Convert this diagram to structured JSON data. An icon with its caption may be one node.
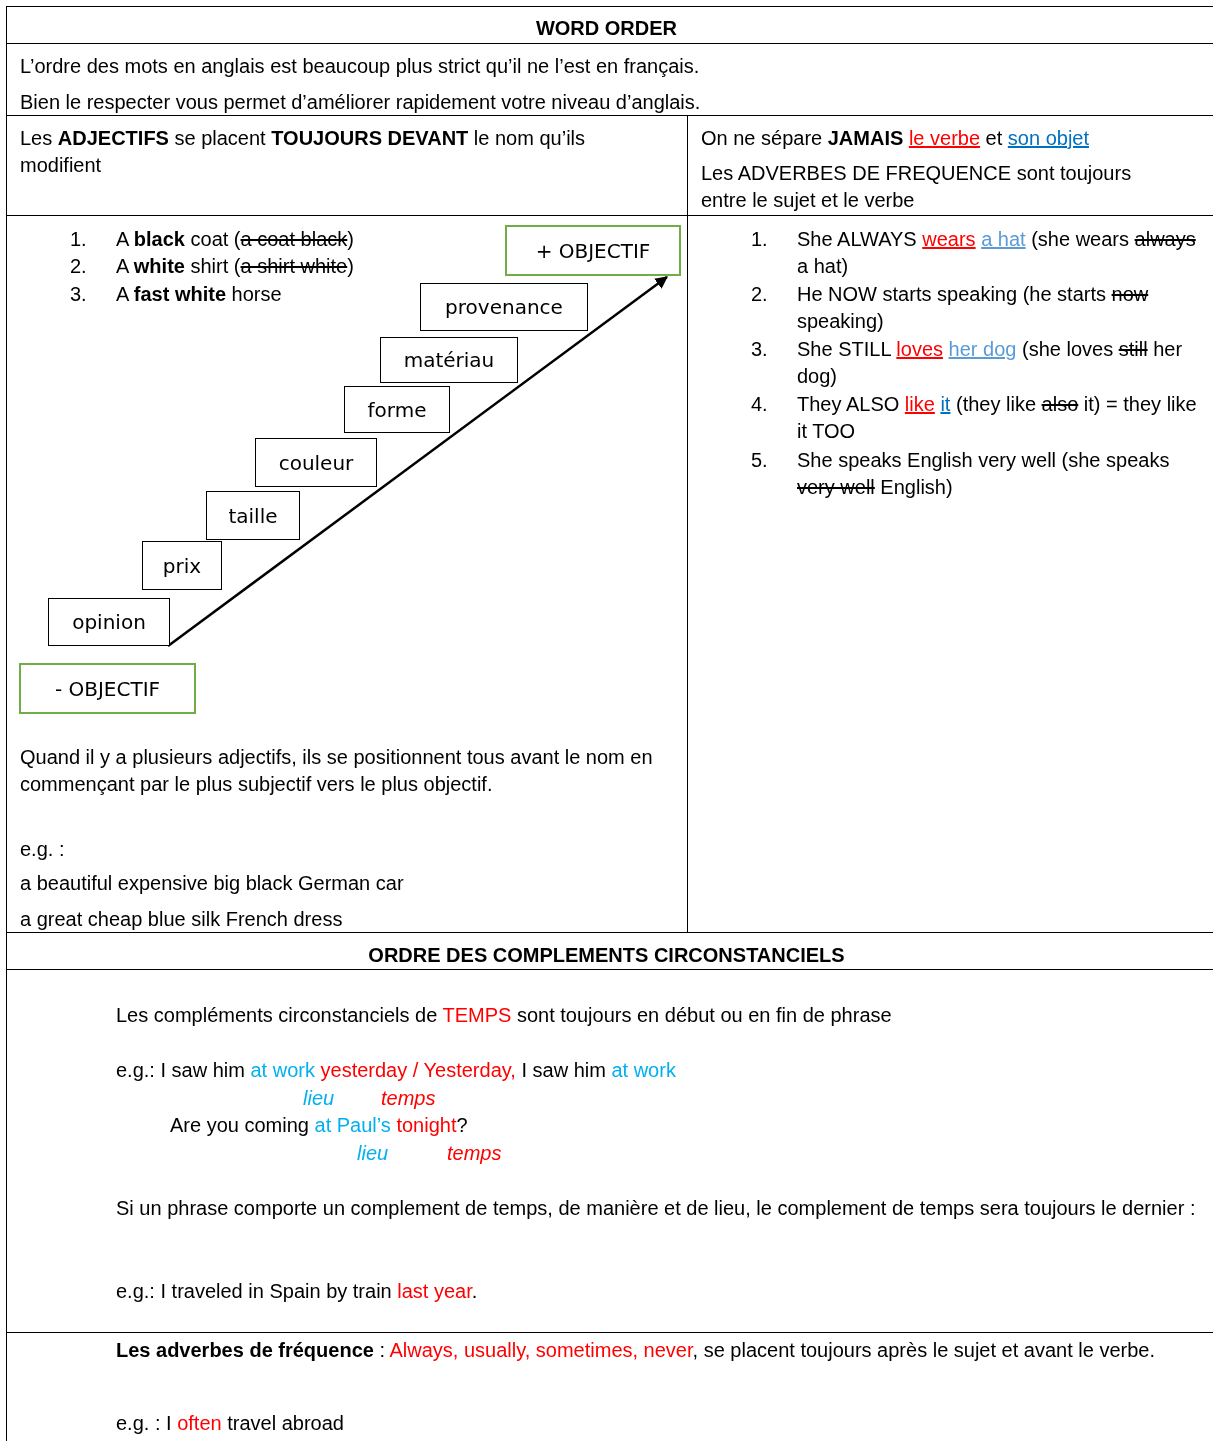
{
  "diagram": {
    "title": "WORD ORDER",
    "nodes": [
      {
        "text": [
          "+ OBJECTIF"
        ]
      },
      {
        "text": [
          "provenance"
        ]
      },
      {
        "text": [
          "matériau"
        ]
      },
      {
        "text": [
          "forme"
        ]
      },
      {
        "text": [
          "couleur"
        ]
      },
      {
        "text": [
          "taille"
        ]
      },
      {
        "text": [
          "prix"
        ]
      },
      {
        "text": [
          "opinion"
        ]
      },
      {
        "text": [
          "- OBJECTIF"
        ]
      }
    ],
    "edges": [
      {
        "from": 7,
        "to": 0,
        "arrow": "to"
      }
    ],
    "labels": [
      "L’ordre des mots en anglais est beaucoup plus strict qu’il ne l’est en français.",
      "Bien le respecter vous permet d’améliorer rapidement votre niveau d’anglais.",
      "Les **ADJECTIFS** se placent **TOUJOURS DEVANT** le nom qu’ils modifient",
      "On ne sépare **JAMAIS** le verbe et son objet",
      "Les ADVERBES DE FREQUENCE sont toujours entre le sujet et le verbe",
      "1.",
      "A **black** coat (a coat black)",
      "2.",
      "A **white** shirt (a shirt white)",
      "3.",
      "A **fast white** horse",
      "1.",
      "She ALWAYS wears a hat (she wears always a hat)",
      "2.",
      "He NOW starts speaking (he starts now speaking)",
      "3.",
      "She STILL loves her dog (she loves still her dog)",
      "4.",
      "They ALSO like it (they like also it) = they like it TOO",
      "5.",
      "She speaks English very well (she speaks very well English)",
      "Quand il y a plusieurs adjectifs, ils se positionnent tous avant le nom en commençant par le plus subjectif vers le plus objectif.",
      "e.g. :",
      "a beautiful expensive big black German car",
      "a great cheap blue silk French dress",
      "ORDRE DES COMPLEMENTS CIRCONSTANCIELS",
      "Les compléments circonstanciels de TEMPS sont toujours en début ou en fin de phrase",
      "e.g.: I saw him at work yesterday / Yesterday, I saw him at work",
      "lieu",
      "temps",
      "Are you coming at Paul’s tonight?",
      "lieu",
      "temps",
      "Si un phrase comporte un complement de temps, de manière et de lieu, le complement de temps sera toujours le dernier :",
      "e.g.: I traveled in Spain by train last year.",
      "**Les adverbes de fréquence** : Always, usually, sometimes, never, se placent toujours après le sujet et avant le verbe.",
      "e.g. : I often travel abroad"
    ]
  }
}
